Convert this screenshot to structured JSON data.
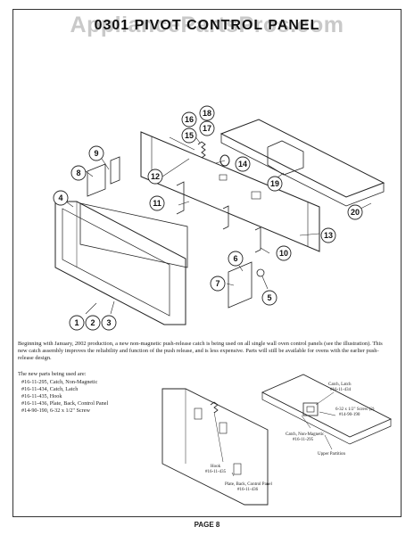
{
  "watermark": "AppliancePartsPros.com",
  "title": "0301 PIVOT CONTROL PANEL",
  "callouts": [
    "1",
    "2",
    "3",
    "4",
    "5",
    "6",
    "7",
    "8",
    "9",
    "10",
    "11",
    "12",
    "13",
    "14",
    "15",
    "16",
    "17",
    "18",
    "19",
    "20"
  ],
  "note": "Beginning with January, 2002 production, a new non-magnetic push-release catch is being used on all single wall oven control panels (see the illustration). This new catch assembly improves the reliability and function of the push release, and is less expensive. Parts will still be available for ovens with the earlier push-release design.",
  "parts_heading": "The new parts being used are:",
  "parts": [
    "#16-11-295, Catch, Non-Magnetic",
    "#16-11-434, Catch, Latch",
    "#16-11-435, Hook",
    "#16-11-436, Plate, Back, Control Panel",
    "#14-90-190, 6-32 x 1/2\" Screw"
  ],
  "detail_labels": {
    "catch_latch": "Catch, Latch",
    "catch_latch_pn": "#16-11-434",
    "screw": "6-32 x 1/2\" Screw (2)",
    "screw_pn": "#14-90-190",
    "catch_nonmag": "Catch, Non-Magnetic",
    "catch_nonmag_pn": "#16-11-295",
    "upper_partition": "Upper Partition",
    "hook": "Hook",
    "hook_pn": "#16-11-435",
    "plate": "Plate, Back, Control Panel",
    "plate_pn": "#16-11-436"
  },
  "page": "PAGE 8"
}
